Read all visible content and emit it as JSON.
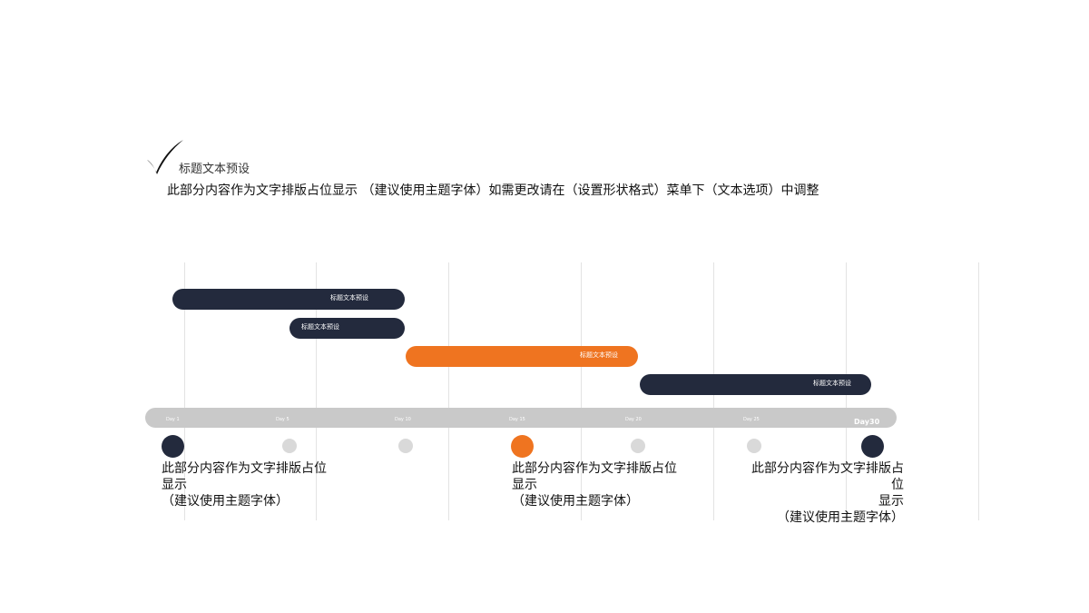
{
  "header": {
    "title": "标题文本预设",
    "subtitle": "此部分内容作为文字排版占位显示 （建议使用主题字体）如需更改请在（设置形状格式）菜单下（文本选项）中调整"
  },
  "gantt": {
    "bars": [
      {
        "label": "标题文本预设",
        "color": "#232a3d"
      },
      {
        "label": "标题文本预设",
        "color": "#232a3d"
      },
      {
        "label": "标题文本预设",
        "color": "#ef7420"
      },
      {
        "label": "标题文本预设",
        "color": "#232a3d"
      }
    ]
  },
  "timeline": {
    "ticks": [
      "Day 1",
      "Day 5",
      "Day 10",
      "Day 15",
      "Day 20",
      "Day 25"
    ],
    "end_label": "Day30",
    "milestones": [
      {
        "color": "#232a3d"
      },
      {
        "color": "#d9d9d9"
      },
      {
        "color": "#d9d9d9"
      },
      {
        "color": "#ef7420"
      },
      {
        "color": "#d9d9d9"
      },
      {
        "color": "#d9d9d9"
      },
      {
        "color": "#232a3d"
      }
    ]
  },
  "notes": [
    {
      "line1": "此部分内容作为文字排版占位",
      "line2": "显示",
      "line3": "（建议使用主题字体）"
    },
    {
      "line1": "此部分内容作为文字排版占位",
      "line2": "显示",
      "line3": "（建议使用主题字体）"
    },
    {
      "line1": "此部分内容作为文字排版占位",
      "line2": "显示",
      "line3": "（建议使用主题字体）"
    }
  ],
  "colors": {
    "navy": "#232a3d",
    "orange": "#ef7420",
    "track": "#c9c9c9",
    "light_dot": "#d9d9d9"
  }
}
